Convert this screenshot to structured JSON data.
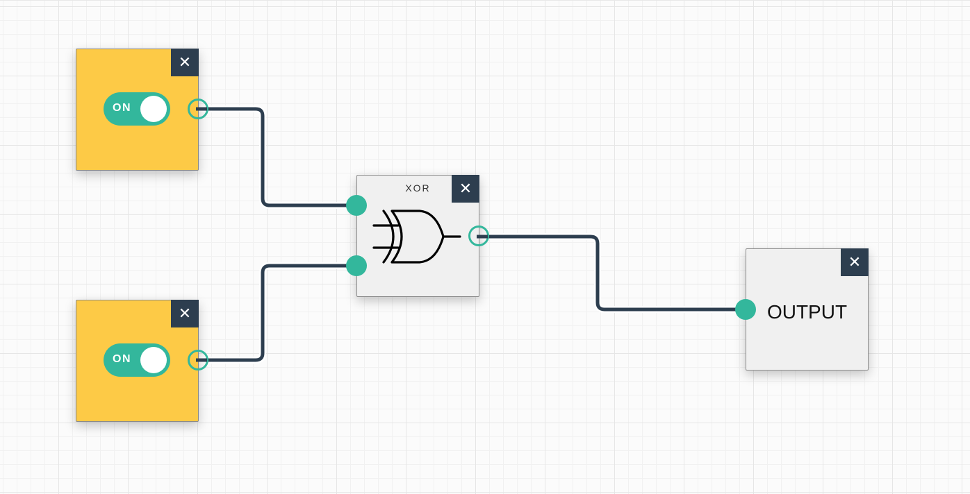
{
  "colors": {
    "wire": "#2d3e4f",
    "port": "#33b79c",
    "switch_bg": "#fdca46",
    "gate_bg": "#f0f0f0",
    "close_bg": "#2d3e4f",
    "toggle_on": "#33b79c"
  },
  "close_icon": "✕",
  "switches": [
    {
      "state_label": "ON",
      "is_on": true
    },
    {
      "state_label": "ON",
      "is_on": true
    }
  ],
  "gate": {
    "label": "XOR",
    "icon": "xor-gate-icon"
  },
  "output": {
    "label": "OUTPUT"
  }
}
